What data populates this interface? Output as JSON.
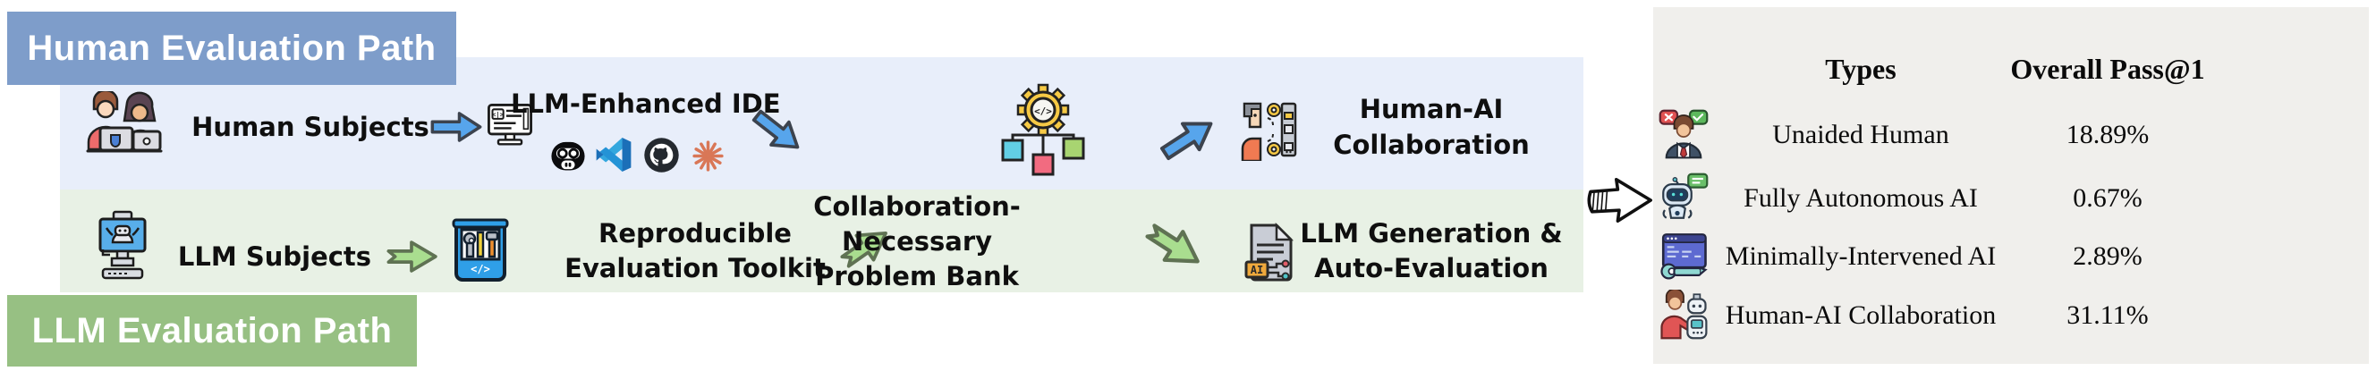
{
  "figure": {
    "description": "Two-path evaluation flow diagram with results table"
  },
  "human_path": {
    "header": "Human Evaluation Path",
    "subjects_label": "Human Subjects",
    "ide_label": "LLM-Enhanced IDE",
    "collaboration_label_line1": "Human-AI",
    "collaboration_label_line2": "Collaboration"
  },
  "llm_path": {
    "header": "LLM Evaluation Path",
    "subjects_label": "LLM Subjects",
    "toolkit_label_line1": "Reproducible",
    "toolkit_label_line2": "Evaluation Toolkit",
    "problem_bank_label_line1": "Collaboration-",
    "problem_bank_label_line2": "Necessary",
    "problem_bank_label_line3": "Problem Bank",
    "generation_label_line1": "LLM Generation &",
    "generation_label_line2": "Auto-Evaluation"
  },
  "icons": {
    "human_subjects": "two-people-laptops-icon",
    "ide": "monitor-code-icon",
    "ide_tools": [
      "github-copilot-icon",
      "vscode-icon",
      "github-icon",
      "claude-icon"
    ],
    "problem_gear": "gear-flowchart-icon",
    "human_ai": "human-ai-profile-icon",
    "llm_subjects": "robot-monitor-icon",
    "toolkit": "toolbox-icon",
    "generation": "document-ai-icon",
    "glyphs": {
      "code": "</>",
      "ai": "AI"
    }
  },
  "results_table": {
    "col_types": "Types",
    "col_pass": "Overall Pass@1",
    "rows": [
      {
        "icon": "unaided-human-icon",
        "type": "Unaided Human",
        "pass_at_1": "18.89%"
      },
      {
        "icon": "fully-autonomous-ai-icon",
        "type": "Fully Autonomous AI",
        "pass_at_1": "0.67%"
      },
      {
        "icon": "minimally-intervened-ai-icon",
        "type": "Minimally-Intervened AI",
        "pass_at_1": "2.89%"
      },
      {
        "icon": "human-ai-collaboration-icon",
        "type": "Human-AI Collaboration",
        "pass_at_1": "31.11%"
      }
    ]
  },
  "colors": {
    "human_band_bg": "#e8eefa",
    "llm_band_bg": "#e8f1e5",
    "human_header_bg": "#7e9dca",
    "llm_header_bg": "#97c083",
    "blue_arrow_fill": "#57a5ec",
    "green_arrow_fill": "#a9dd8f",
    "table_bg": "#f0efec",
    "gear_yellow": "#f6c945",
    "node_cyan": "#62cfe5",
    "node_green": "#a8d471",
    "node_red": "#f26b80",
    "claude_orange": "#d97757"
  }
}
